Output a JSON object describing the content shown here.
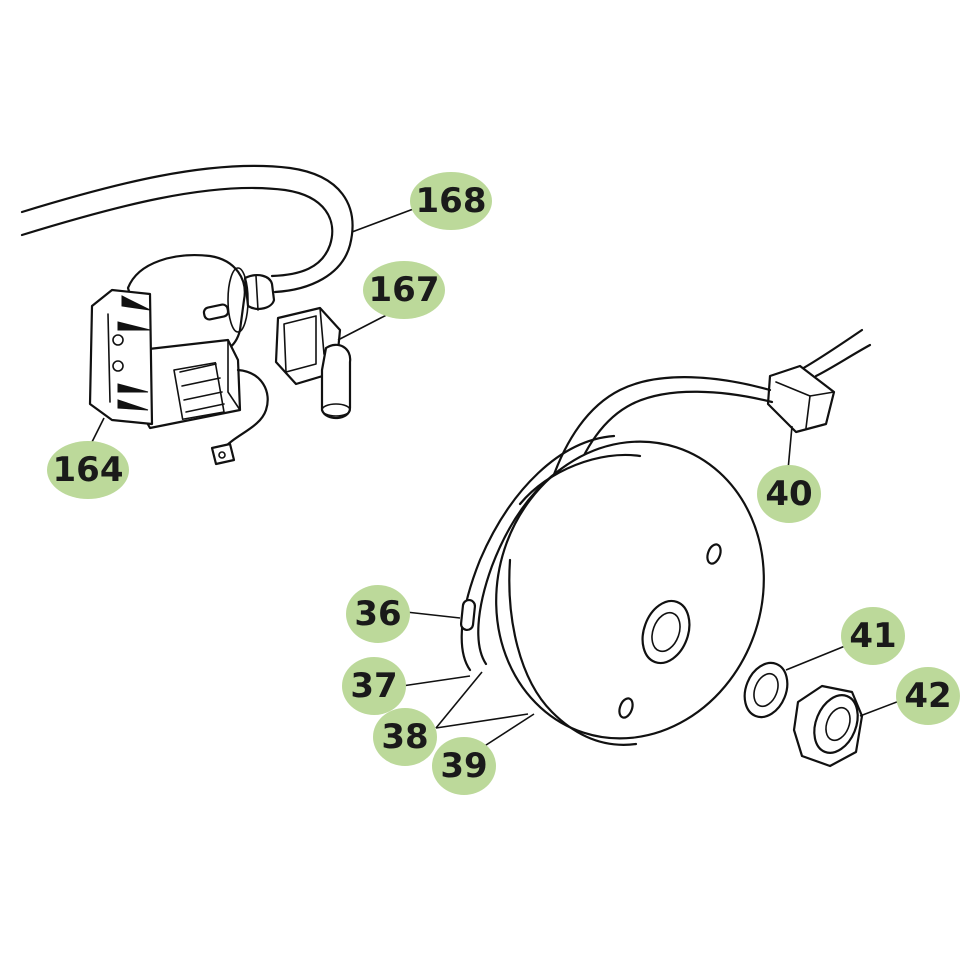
{
  "callout_color": "#bcd99a",
  "callouts": {
    "c168": "168",
    "c167": "167",
    "c164": "164",
    "c40": "40",
    "c36": "36",
    "c37": "37",
    "c38": "38",
    "c39": "39",
    "c41": "41",
    "c42": "42"
  }
}
